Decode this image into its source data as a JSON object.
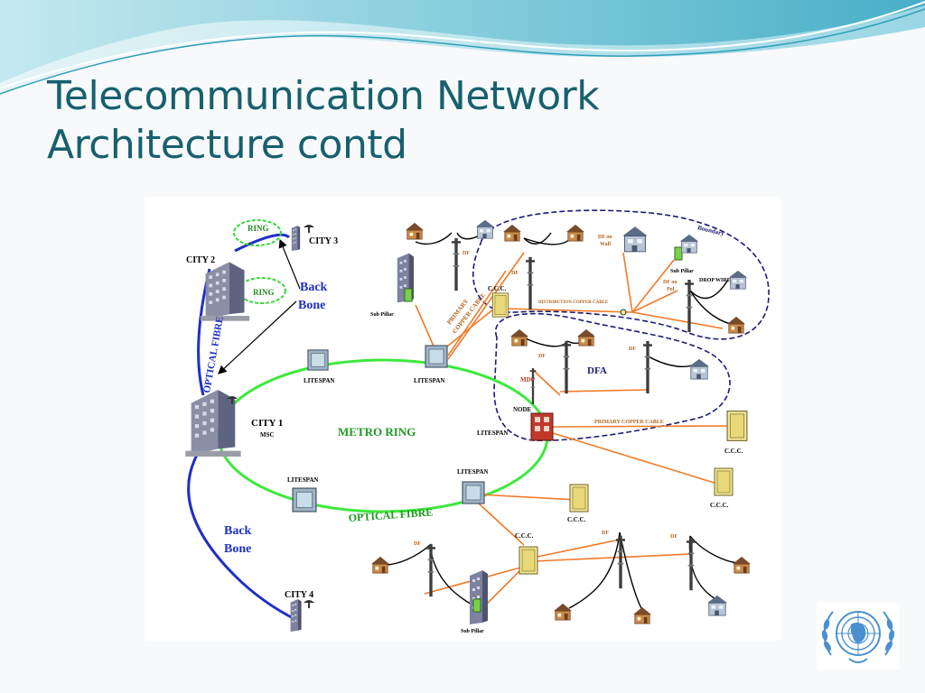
{
  "slide": {
    "title_line1": "Telecommunication Network",
    "title_line2": "Architecture contd"
  },
  "colors": {
    "title": "#17606e",
    "backbone": "#1f2fc8",
    "metro_ring": "#3ee83e",
    "ring": "#38d838",
    "fiber": "#f07a28",
    "copper": "#e07020",
    "drop": "#000000",
    "boundary": "#1a1a7a",
    "un_blue": "#4a8fd0"
  },
  "diagram": {
    "cities": {
      "city1": "CITY 1",
      "msc": "MSC",
      "city2": "CITY 2",
      "city3": "CITY 3",
      "city4": "CITY 4"
    },
    "rings": {
      "ring_top": "RING",
      "ring_mid": "RING",
      "metro_ring": "METRO RING",
      "optical_fibre": "OPTICAL FIBRE"
    },
    "backbone": {
      "upper": [
        "Back",
        "Bone"
      ],
      "lower": [
        "Back",
        "Bone"
      ],
      "optical_fibre_vertical": "OPTICAL FIBRE"
    },
    "litespan": {
      "left_top": "LITESPAN",
      "center_top": "LITESPAN",
      "left_bottom": "LITESPAN",
      "center_bottom": "LITESPAN",
      "node_label": "LITESPAN"
    },
    "node": "NODE",
    "mdf": "MDF",
    "dfa": "DFA",
    "boundary": "Boundary",
    "sub_pillar_left": "Sub Pillar",
    "sub_pillar_right": "Sub Pillar",
    "sub_pillar_bottom": "Sub Pillar",
    "drop_wire": "DROP WIRE",
    "df_on_wall": [
      "DF on",
      "Wall"
    ],
    "df_on_pol": [
      "DF on",
      "Pol"
    ],
    "df": "DF",
    "ccc": "C.C.C.",
    "distribution_copper_cable": "DISTRIBUTION COPPER CABLE",
    "primary_copper_cable": "PRIMARY COPPER CABLE",
    "primary_copper_cable_diag": [
      "PRIMARY",
      "COPPER CABLE"
    ]
  }
}
